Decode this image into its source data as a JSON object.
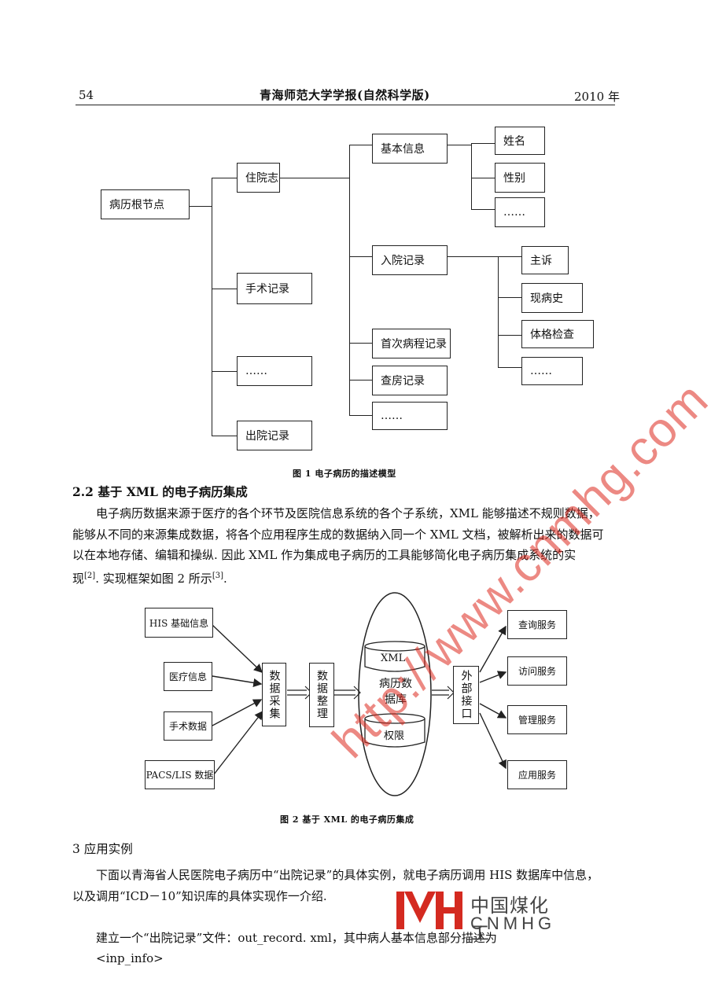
{
  "header": {
    "page_number": "54",
    "journal": "青海师范大学学报(自然科学版)",
    "year": "2010 年"
  },
  "figure1": {
    "root": "病历根节点",
    "level1": [
      "住院志",
      "手术记录",
      "……",
      "出院记录"
    ],
    "level2": [
      "基本信息",
      "入院记录",
      "首次病程记录",
      "查房记录",
      "……"
    ],
    "basic_info_children": [
      "姓名",
      "性别",
      "……"
    ],
    "admission_children": [
      "主诉",
      "现病史",
      "体格检查",
      "……"
    ],
    "caption": "图 1   电子病历的描述模型"
  },
  "section22": {
    "heading": "2.2   基于 XML 的电子病历集成",
    "para_lines": [
      "电子病历数据来源于医疗的各个环节及医院信息系统的各个子系统，XML 能够描述不规则数据，",
      "能够从不同的来源集成数据，将各个应用程序生成的数据纳入同一个 XML 文档，被解析出来的数据可",
      "以在本地存储、编辑和操纵. 因此 XML 作为集成电子病历的工具能够简化电子病历集成系统的实"
    ],
    "para_last": "现",
    "ref1": "[2]",
    "para_mid": ". 实现框架如图 2 所示",
    "ref2": "[3]",
    "para_end": "."
  },
  "figure2": {
    "sources": [
      "HIS 基础信息",
      "医疗信息",
      "手术数据",
      "PACS/LIS 数据"
    ],
    "collect": "数据采集",
    "organize": "数据整理",
    "db_xml": "XML",
    "db_label": "病历数据库",
    "db_perm": "权限",
    "interface": "外部接口",
    "services": [
      "查询服务",
      "访问服务",
      "管理服务",
      "应用服务"
    ],
    "caption": "图 2   基于 XML 的电子病历集成"
  },
  "section3": {
    "heading": "3   应用实例",
    "para_lines": [
      "下面以青海省人民医院电子病历中“出院记录”的具体实例，就电子病历调用 HIS 数据库中信息，",
      "以及调用“ICD－10”知识库的具体实现作一介绍."
    ],
    "line3": "建立一个“出院记录”文件：out_record. xml，其中病人基本信息部分描述为",
    "line4": "<inp_info>"
  },
  "watermark": {
    "url": "http://www.cnmhg.com",
    "logo_cn": "中国煤化工",
    "logo_en": "CNMHG",
    "logo_color": "#d42a20"
  }
}
